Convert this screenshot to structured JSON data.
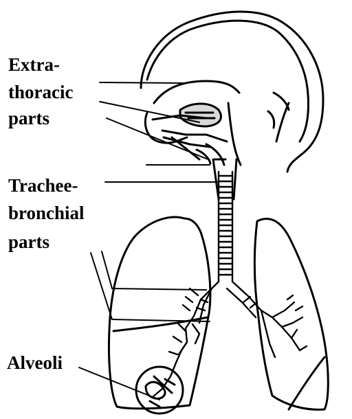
{
  "labels": {
    "extrathoracic": [
      "Extra-",
      "thoracic",
      "parts"
    ],
    "tracheobronchial": [
      "Trachee-",
      "bronchial",
      "parts"
    ],
    "alveoli": "Alveoli"
  },
  "colors": {
    "ink": "#000000",
    "paper": "#ffffff"
  }
}
